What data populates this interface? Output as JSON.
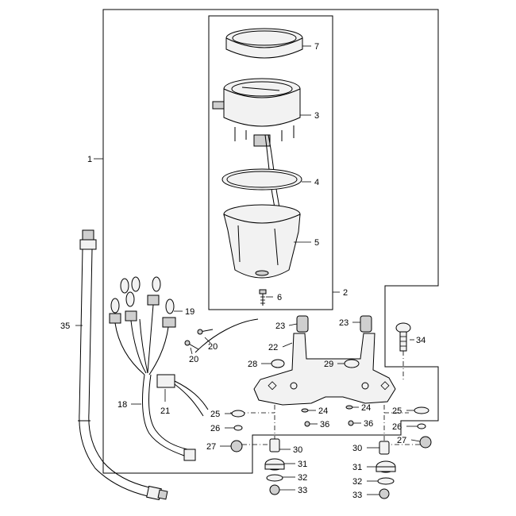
{
  "diagram": {
    "callouts": {
      "c1": "1",
      "c2": "2",
      "c3": "3",
      "c4": "4",
      "c5": "5",
      "c6": "6",
      "c7": "7",
      "c18": "18",
      "c19": "19",
      "c20a": "20",
      "c20b": "20",
      "c21": "21",
      "c22": "22",
      "c23a": "23",
      "c23b": "23",
      "c24a": "24",
      "c24b": "24",
      "c25a": "25",
      "c25b": "25",
      "c26a": "26",
      "c26b": "26",
      "c27a": "27",
      "c27b": "27",
      "c28": "28",
      "c29": "29",
      "c30a": "30",
      "c30b": "30",
      "c31a": "31",
      "c31b": "31",
      "c32a": "32",
      "c32b": "32",
      "c33a": "33",
      "c33b": "33",
      "c34": "34",
      "c35": "35",
      "c36a": "36",
      "c36b": "36"
    }
  }
}
